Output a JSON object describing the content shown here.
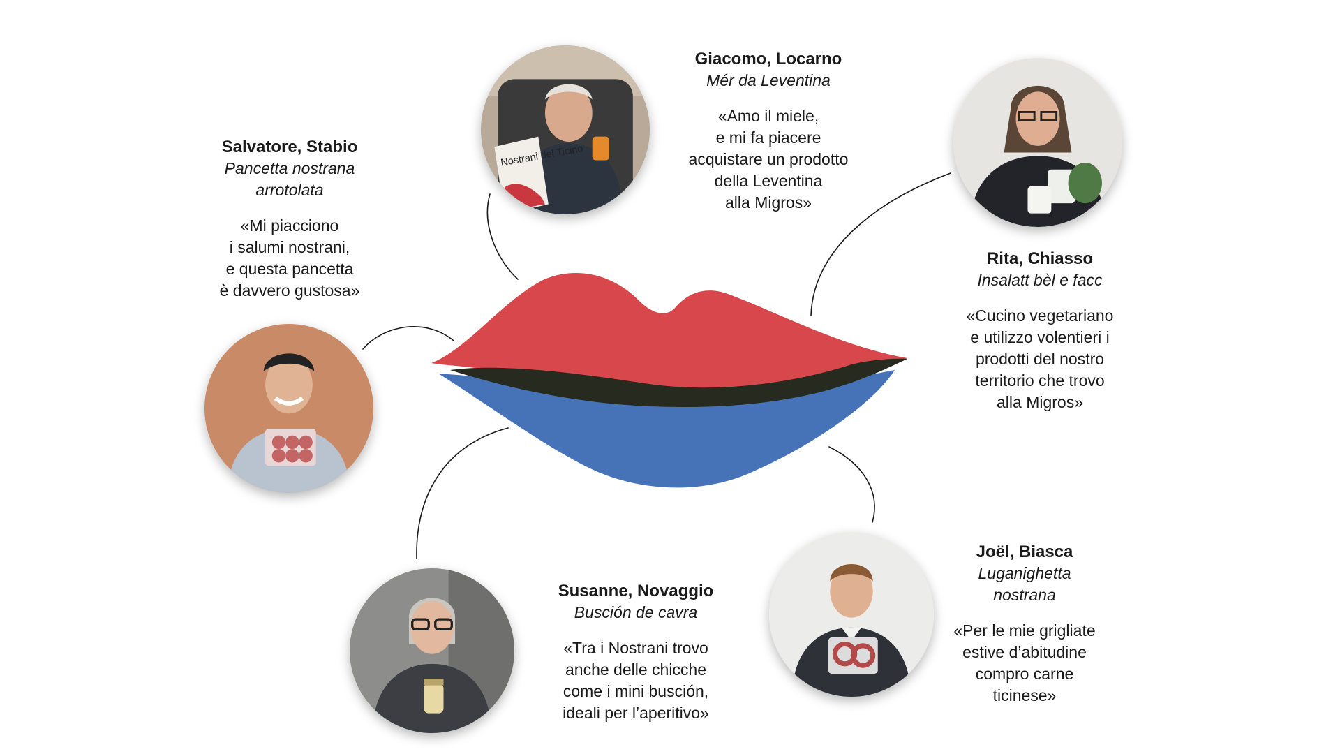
{
  "colors": {
    "upper_lip": "#d7474c",
    "lower_lip": "#4673b8",
    "lip_line": "#262a1f",
    "connector": "#1a1a1a",
    "text": "#1a1a1a"
  },
  "center_graphic": "lips-icon",
  "people": [
    {
      "id": "giacomo",
      "name": "Giacomo, Locarno",
      "product": "Mér da Leventina",
      "quote": "«Amo il miele,\ne mi fa piacere\nacquistare un prodotto\ndella Leventina\nalla Migros»",
      "photo_label": "Nostrani del Ticino"
    },
    {
      "id": "salvatore",
      "name": "Salvatore, Stabio",
      "product": "Pancetta nostrana\narrotolata",
      "quote": "«Mi piacciono\ni salumi nostrani,\ne questa pancetta\nè davvero gustosa»"
    },
    {
      "id": "rita",
      "name": "Rita, Chiasso",
      "product": "Insalatt bèl e facc",
      "quote": "«Cucino vegetariano\ne utilizzo volentieri i\nprodotti del nostro\nterritorio che trovo\nalla Migros»"
    },
    {
      "id": "joel",
      "name": "Joël, Biasca",
      "product": "Luganighetta\nnostrana",
      "quote": "«Per le mie grigliate\nestive d’abitudine\ncompro carne\nticinese»"
    },
    {
      "id": "susanne",
      "name": "Susanne, Novaggio",
      "product": "Busción de cavra",
      "quote": "«Tra i Nostrani trovo\nanche delle chicche\ncome i mini busción,\nideali per l’aperitivo»"
    }
  ]
}
